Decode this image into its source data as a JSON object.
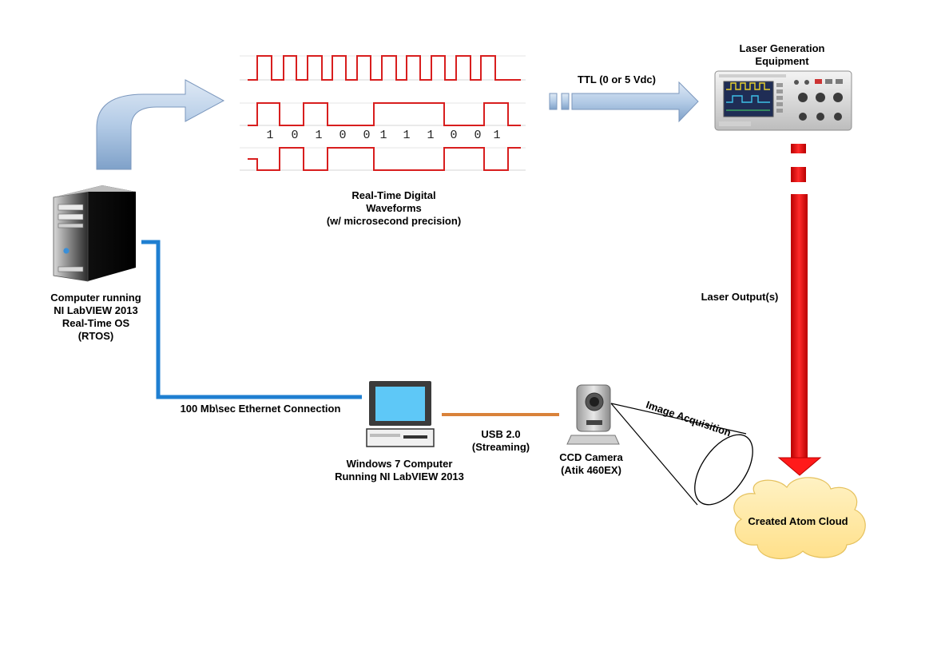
{
  "waveforms": {
    "bits": [
      "1",
      "0",
      "1",
      "0",
      "0",
      "1",
      "1",
      "1",
      "0",
      "0",
      "1"
    ],
    "label_line1": "Real-Time Digital",
    "label_line2": "Waveforms",
    "label_line3": "(w/ microsecond precision)"
  },
  "rt_computer": {
    "line1": "Computer running",
    "line2": "NI LabVIEW 2013",
    "line3": "Real-Time OS",
    "line4": "(RTOS)"
  },
  "ttl_label": "TTL (0 or 5 Vdc)",
  "laser_equipment": {
    "line1": "Laser Generation",
    "line2": "Equipment"
  },
  "laser_output_label": "Laser Output(s)",
  "ethernet_label": "100 Mb\\sec Ethernet Connection",
  "windows_computer": {
    "line1": "Windows 7 Computer",
    "line2": "Running NI LabVIEW 2013"
  },
  "usb": {
    "line1": "USB 2.0",
    "line2": "(Streaming)"
  },
  "camera": {
    "line1": "CCD Camera",
    "line2": "(Atik 460EX)"
  },
  "image_acquisition_label": "Image Acquisition",
  "atom_cloud_label": "Created Atom Cloud",
  "colors": {
    "waveform_red": "#d81e1e",
    "ethernet_blue": "#1f7fd1",
    "usb_orange": "#d9823a",
    "laser_red": "#ff1a1a",
    "cloud_fill": "#ffe7a0",
    "arrow_blue": "#a9c4e3"
  }
}
